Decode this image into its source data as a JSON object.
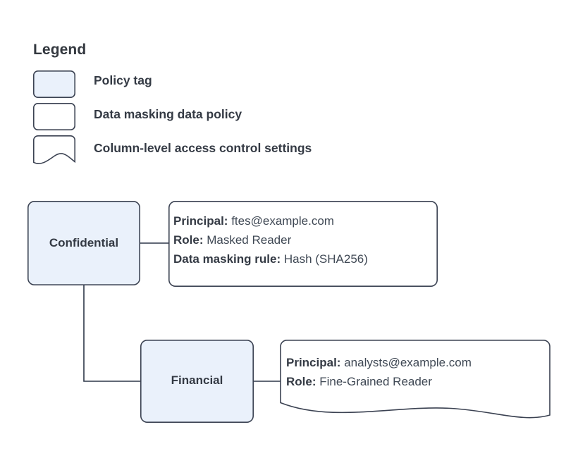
{
  "legend": {
    "title": "Legend",
    "items": [
      {
        "label": "Policy tag",
        "swatch": "filled-rounded-rect",
        "color": "#eaf1fb"
      },
      {
        "label": "Data masking data policy",
        "swatch": "plain-rounded-rect",
        "color": "#ffffff"
      },
      {
        "label": "Column-level access control settings",
        "swatch": "wavy-bottom-document",
        "color": "#ffffff"
      }
    ]
  },
  "colors": {
    "policy_tag_fill": "#eaf1fb",
    "stroke": "#3b4252",
    "text": "#343a44",
    "canvas": "#ffffff"
  },
  "nodes": [
    {
      "id": "confidential",
      "label": "Confidential",
      "type": "policy-tag"
    },
    {
      "id": "financial",
      "label": "Financial",
      "type": "policy-tag"
    }
  ],
  "policy_boxes": [
    {
      "id": "masking-policy",
      "type": "data-masking-data-policy",
      "attached_to": "confidential",
      "rows": [
        {
          "key": "Principal:",
          "value": "ftes@example.com"
        },
        {
          "key": "Role:",
          "value": "Masked Reader"
        },
        {
          "key": "Data masking rule:",
          "value": "Hash (SHA256)"
        }
      ]
    },
    {
      "id": "column-access-settings",
      "type": "column-level-access-control-settings",
      "attached_to": "financial",
      "rows": [
        {
          "key": "Principal:",
          "value": "analysts@example.com"
        },
        {
          "key": "Role:",
          "value": "Fine-Grained Reader"
        }
      ]
    }
  ],
  "connectors": [
    {
      "from": "confidential",
      "to": "masking-policy"
    },
    {
      "from": "confidential",
      "to": "financial"
    },
    {
      "from": "financial",
      "to": "column-access-settings"
    }
  ]
}
